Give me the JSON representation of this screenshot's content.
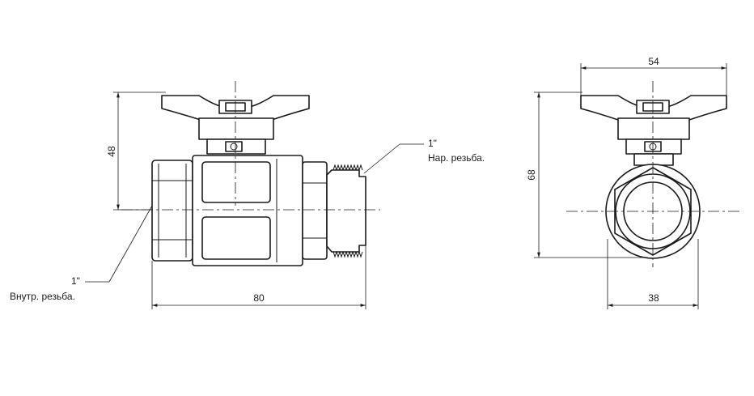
{
  "dimensions": {
    "height_front": "48",
    "length_front": "80",
    "width_side": "54",
    "height_side": "68",
    "diameter_side": "38"
  },
  "callouts": {
    "male_thread_size": "1\"",
    "male_thread_label": "Нар. резьба.",
    "female_thread_size": "1\"",
    "female_thread_label": "Внутр. резьба."
  }
}
